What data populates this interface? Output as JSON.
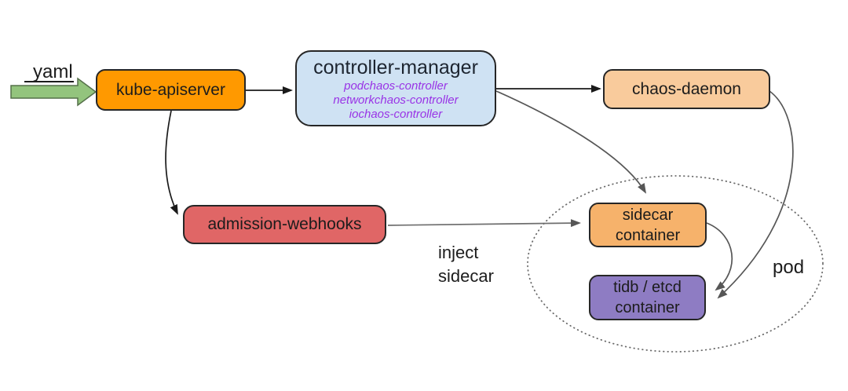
{
  "diagram": {
    "labels": {
      "yaml": "yaml",
      "inject_sidecar": [
        "inject",
        "sidecar"
      ],
      "pod": "pod"
    },
    "nodes": {
      "kube_apiserver": {
        "label": "kube-apiserver",
        "fill": "#ff9900"
      },
      "controller_manager": {
        "label": "controller-manager",
        "controllers": [
          "podchaos-controller",
          "networkchaos-controller",
          "iochaos-controller"
        ],
        "fill": "#cfe2f3",
        "controller_text_color": "#9933e6"
      },
      "chaos_daemon": {
        "label": "chaos-daemon",
        "fill": "#f9cb9c"
      },
      "admission_webhooks": {
        "label": "admission-webhooks",
        "fill": "#e06666"
      },
      "sidecar_container": {
        "label": [
          "sidecar",
          "container"
        ],
        "fill": "#f6b26b"
      },
      "tidb_etcd_container": {
        "label": [
          "tidb / etcd",
          "container"
        ],
        "fill": "#8e7cc3"
      }
    },
    "edges": [
      {
        "from": "yaml",
        "to": "kube-apiserver",
        "style": "green-block-arrow",
        "color": "#93c47d"
      },
      {
        "from": "kube-apiserver",
        "to": "controller-manager",
        "color": "#1a1a1a"
      },
      {
        "from": "controller-manager",
        "to": "chaos-daemon",
        "color": "#1a1a1a"
      },
      {
        "from": "kube-apiserver",
        "to": "admission-webhooks",
        "color": "#1a1a1a"
      },
      {
        "from": "controller-manager",
        "to": "sidecar-container",
        "color": "#565656"
      },
      {
        "from": "admission-webhooks",
        "to": "sidecar-container",
        "label": "inject sidecar",
        "color": "#565656"
      },
      {
        "from": "sidecar-container",
        "to": "tidb-etcd-container",
        "color": "#565656"
      },
      {
        "from": "chaos-daemon",
        "to": "tidb-etcd-container",
        "color": "#565656"
      }
    ],
    "pod_group": {
      "label": "pod",
      "contains": [
        "sidecar-container",
        "tidb-etcd-container"
      ],
      "border_style": "dotted-ellipse",
      "border_color": "#6b6b6b"
    }
  }
}
